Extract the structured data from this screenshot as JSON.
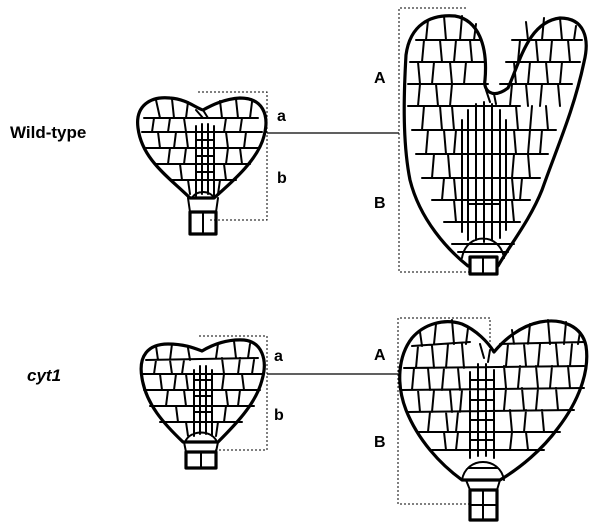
{
  "rows": [
    {
      "label": "Wild-type",
      "italic": false,
      "early_regions": [
        "a",
        "b"
      ],
      "late_regions": [
        "A",
        "B"
      ]
    },
    {
      "label": "cyt1",
      "italic": true,
      "early_regions": [
        "a",
        "b"
      ],
      "late_regions": [
        "A",
        "B"
      ]
    }
  ],
  "colors": {
    "line": "#000000",
    "background": "#ffffff"
  }
}
